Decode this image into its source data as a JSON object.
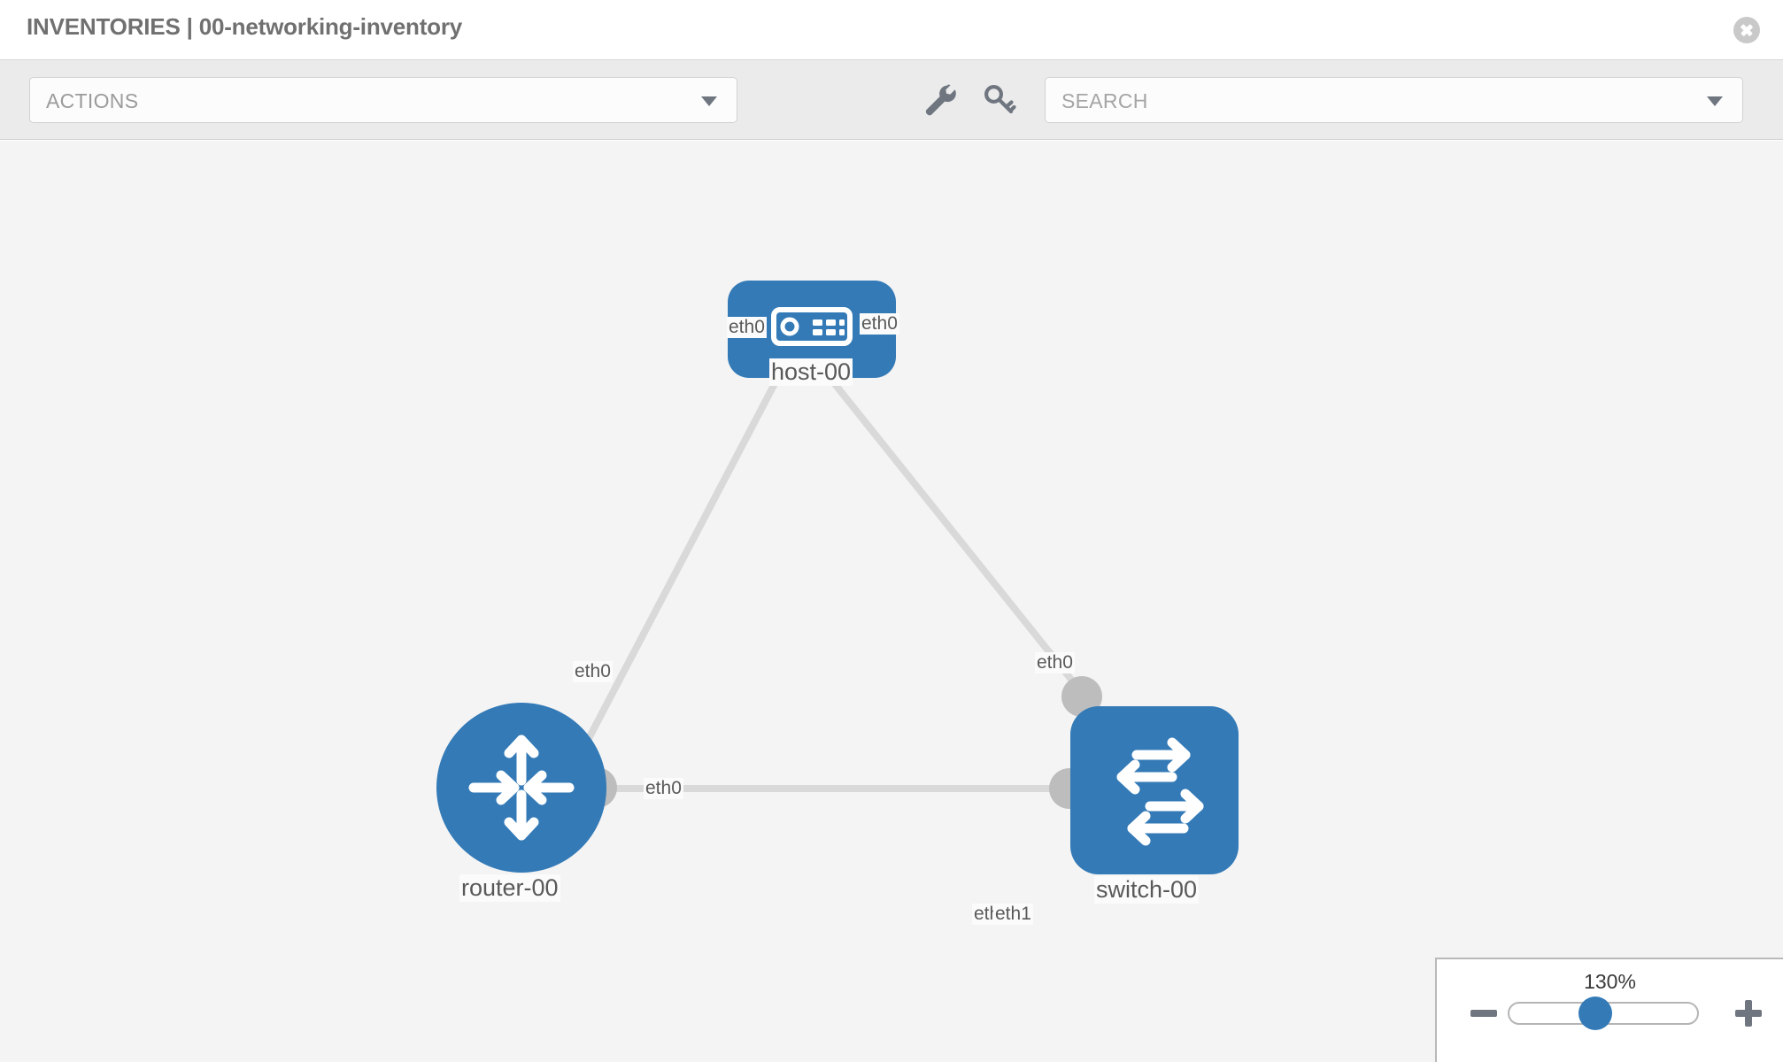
{
  "header": {
    "title": "INVENTORIES | 00-networking-inventory",
    "close_icon": "close-circle-icon"
  },
  "toolbar": {
    "actions_label": "ACTIONS",
    "actions_caret": "chevron-down-icon",
    "wrench_icon": "wrench-icon",
    "key_icon": "key-icon",
    "search_placeholder": "SEARCH",
    "search_value": "",
    "search_caret": "chevron-down-icon"
  },
  "topology": {
    "nodes": [
      {
        "id": "host-00",
        "label": "host-00",
        "icon": "server-icon",
        "shape": "rounded-rect"
      },
      {
        "id": "router-00",
        "label": "router-00",
        "icon": "router-arrows-icon",
        "shape": "circle"
      },
      {
        "id": "switch-00",
        "label": "switch-00",
        "icon": "switch-arrows-icon",
        "shape": "rounded-square"
      }
    ],
    "link_labels": {
      "host_left": "eth0",
      "host_right": "eth0",
      "router_up": "eth0",
      "router_right": "eth0",
      "switch_up": "eth0",
      "switch_left_a": "eth",
      "switch_left_b": "eth1"
    }
  },
  "zoom_control": {
    "value_label": "130%",
    "minus_label": "zoom-out",
    "plus_label": "zoom-in"
  },
  "colors": {
    "node_blue": "#337ab7",
    "port_grey": "#bdbdbd",
    "link_grey": "#d9d9d9",
    "canvas_bg": "#f4f4f4",
    "toolbar_bg": "#ebebeb"
  }
}
